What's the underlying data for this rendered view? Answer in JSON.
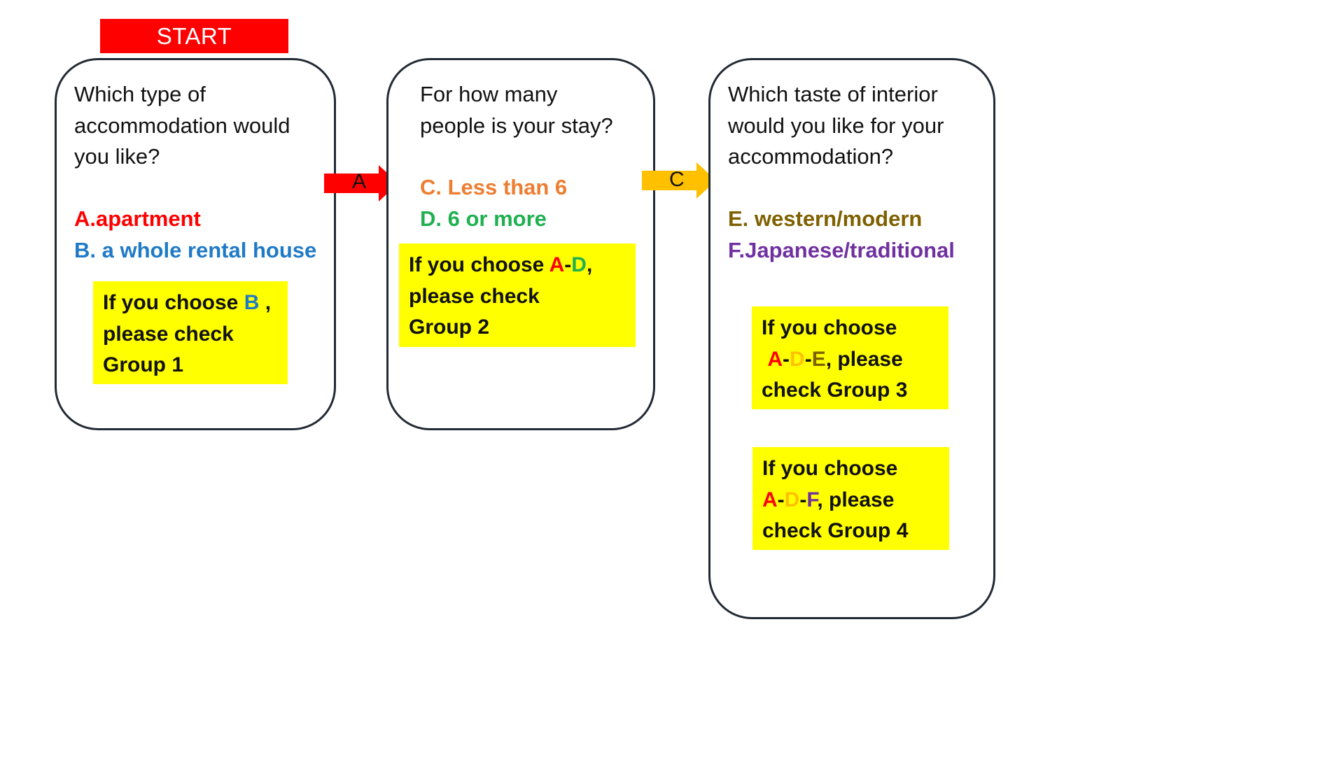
{
  "start": {
    "label": "START"
  },
  "box1": {
    "question": [
      "Which type of",
      "accommodation would",
      "you like?"
    ],
    "option_a": "A.apartment",
    "option_b": "B. a whole rental house",
    "hint": {
      "pre": "If you choose ",
      "key": "B",
      "post": " ,",
      "line2": "please check",
      "line3": "Group  1"
    }
  },
  "box2": {
    "question": [
      "For how many",
      "people is your stay?"
    ],
    "option_c": "C. Less than 6",
    "option_d": "D. 6 or more",
    "hint": {
      "pre": "If you choose ",
      "key1": "A",
      "dash": "-",
      "key2": "D",
      "post": ",",
      "line2": "please check",
      "line3": "Group  2"
    }
  },
  "box3": {
    "question": [
      "Which taste of interior",
      "would you like for your",
      "accommodation?"
    ],
    "option_e": "E. western/modern",
    "option_f": "F.Japanese/traditional",
    "hint3": {
      "line1": "If you choose",
      "key1": "A",
      "dash1": "-",
      "key2": "D",
      "dash2": "-",
      "key3": "E",
      "post": ", please",
      "line3": "check Group  3"
    },
    "hint4": {
      "line1": "If you choose",
      "key1": "A",
      "dash1": "-",
      "key2": "D",
      "dash2": "-",
      "key3": "F",
      "post": ", please",
      "line3": "check Group  4"
    }
  },
  "arrows": {
    "arrow1": {
      "label": "A",
      "color": "#ff0000"
    },
    "arrow2": {
      "label": "C",
      "color": "#ffc000"
    }
  }
}
